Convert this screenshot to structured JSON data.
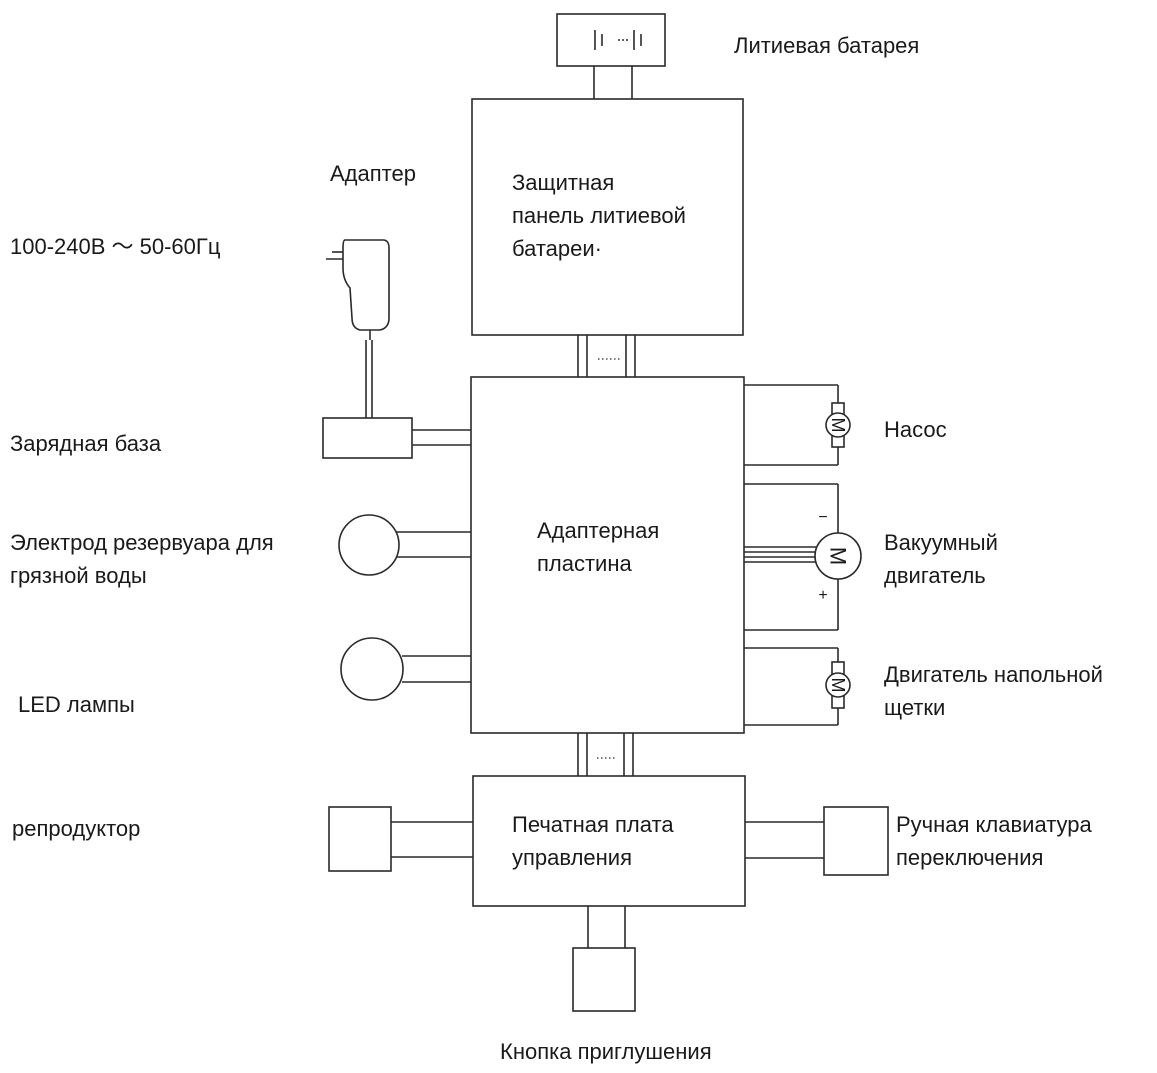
{
  "labels": {
    "lithium_battery": "Литиевая батарея",
    "protection_board": [
      "Защитная",
      "панель литиевой",
      "батареи·"
    ],
    "adapter": "Адаптер",
    "voltage": "100-240В ～ 50-60Гц",
    "charging_base": "Зарядная база",
    "tank_electrode": [
      "Электрод резервуара для",
      "грязной воды"
    ],
    "adapter_board": [
      "Адаптерная",
      "пластина"
    ],
    "pump": "Насос",
    "vacuum_motor": [
      "Вакуумный",
      "двигатель"
    ],
    "brush_motor": [
      "Двигатель напольной",
      "щетки"
    ],
    "led_lamps": "LED лампы",
    "speaker": "репродуктор",
    "control_pcb": [
      "Печатная плата",
      "управления"
    ],
    "hand_keypad": [
      "Ручная клавиатура",
      "переключения"
    ],
    "mute_button": "Кнопка приглушения"
  },
  "motor_symbol": "M",
  "polarity": {
    "minus": "−",
    "plus": "+"
  }
}
